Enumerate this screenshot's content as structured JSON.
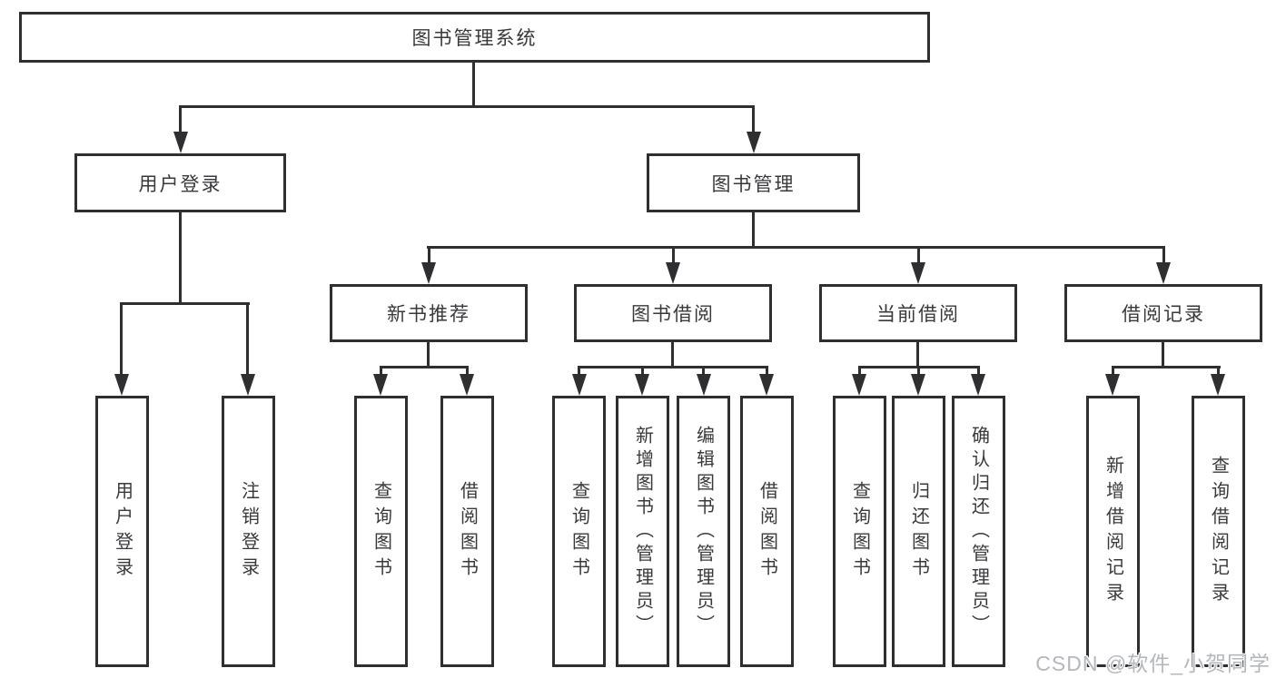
{
  "diagram": {
    "title": "图书管理系统",
    "type": "functional-structure-tree"
  },
  "tree": {
    "root": {
      "label": "图书管理系统",
      "children": [
        {
          "label": "用户登录",
          "children": [
            {
              "label": "用户登录"
            },
            {
              "label": "注销登录"
            }
          ]
        },
        {
          "label": "图书管理",
          "children": [
            {
              "label": "新书推荐",
              "children": [
                {
                  "label": "查询图书"
                },
                {
                  "label": "借阅图书"
                }
              ]
            },
            {
              "label": "图书借阅",
              "children": [
                {
                  "label": "查询图书"
                },
                {
                  "label": "新增图书（管理员）"
                },
                {
                  "label": "编辑图书（管理员）"
                },
                {
                  "label": "借阅图书"
                }
              ]
            },
            {
              "label": "当前借阅",
              "children": [
                {
                  "label": "查询图书"
                },
                {
                  "label": "归还图书"
                },
                {
                  "label": "确认归还（管理员）"
                }
              ]
            },
            {
              "label": "借阅记录",
              "children": [
                {
                  "label": "新增借阅记录"
                },
                {
                  "label": "查询借阅记录"
                }
              ]
            }
          ]
        }
      ]
    }
  },
  "watermark": {
    "text": "CSDN @软件_小贺同学"
  },
  "colors": {
    "line": "#2f2f31",
    "box_background": "#ffffff",
    "text": "#39393c",
    "watermark": "#b4b7bc"
  }
}
